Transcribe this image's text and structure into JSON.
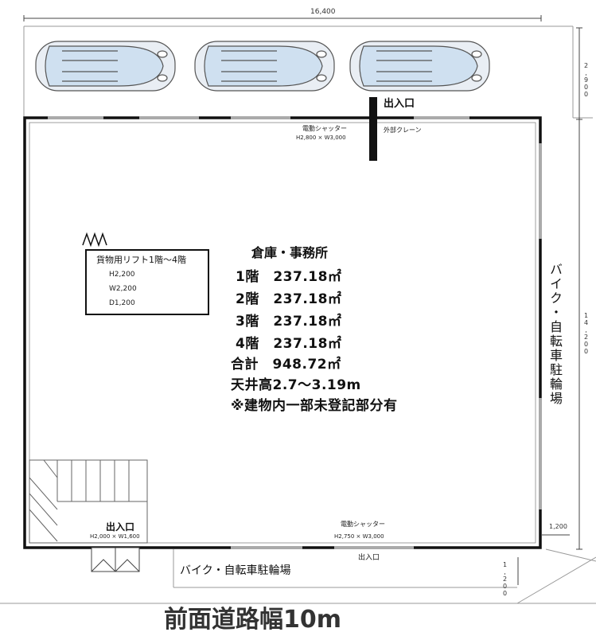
{
  "dimensions": {
    "top_width": "16,400",
    "right_top": "2,900",
    "right_main": "14,200",
    "right_bottom": "1,200",
    "bottom_right": "1,200"
  },
  "top": {
    "entrance": "出入口",
    "shutter_label": "電動シャッター",
    "shutter_size": "H2,800 × W3,000",
    "crane": "外部クレーン"
  },
  "lift": {
    "title": "貨物用リフト1階〜4階",
    "h": "H2,200",
    "w": "W2,200",
    "d": "D1,200"
  },
  "summary": {
    "heading": "倉庫・事務所",
    "floor1": "1階　237.18㎡",
    "floor2": "2階　237.18㎡",
    "floor3": "3階　237.18㎡",
    "floor4": "4階　237.18㎡",
    "total": "合計　948.72㎡",
    "ceiling": "天井高2.7〜3.19m",
    "note": "※建物内一部未登記部分有"
  },
  "right_parking": "バイク・自転車駐輪場",
  "bottom": {
    "left_entrance": "出入口",
    "left_entrance_size": "H2,000 × W1,600",
    "shutter_label": "電動シャッター",
    "shutter_size": "H2,750 × W3,000",
    "entrance": "出入口",
    "parking": "バイク・自転車駐輪場"
  },
  "road": "前面道路幅10m"
}
